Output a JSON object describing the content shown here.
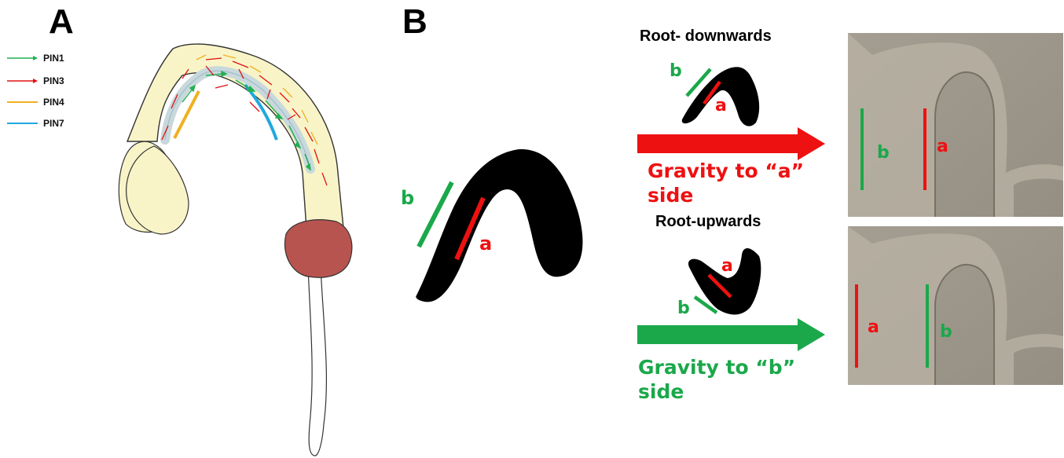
{
  "panels": {
    "a_label": "A",
    "b_label": "B"
  },
  "legend": [
    {
      "label": "PIN1",
      "color": "#20b050",
      "icon": "arrow-icon"
    },
    {
      "label": "PIN3",
      "color": "#e01010",
      "icon": "arrow-icon"
    },
    {
      "label": "PIN4",
      "color": "#f0b020",
      "icon": "line-icon"
    },
    {
      "label": "PIN7",
      "color": "#20a8e0",
      "icon": "line-icon"
    }
  ],
  "panel_b": {
    "main_side_b": "b",
    "main_side_a": "a",
    "root_downwards": {
      "title": "Root- downwards",
      "side_b": "b",
      "side_a": "a",
      "gravity_line1": "Gravity to “a”",
      "gravity_line2": "side",
      "arrow_color": "#ee1111",
      "photo_side_b": "b",
      "photo_side_a": "a"
    },
    "root_upwards": {
      "title": "Root-upwards",
      "side_a": "a",
      "side_b": "b",
      "gravity_line1": "Gravity to “b”",
      "gravity_line2": "side",
      "arrow_color": "#1aa84a",
      "photo_side_a": "a",
      "photo_side_b": "b"
    }
  },
  "colors": {
    "green": "#1aa84a",
    "red": "#ee1111",
    "hypocotyl_fill": "#f8f4c8",
    "root_cap": "#b85450",
    "photo_bg": "#a09a8e"
  }
}
